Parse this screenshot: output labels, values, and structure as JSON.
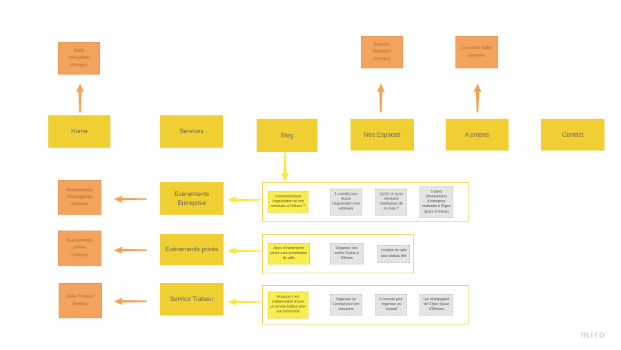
{
  "board": {
    "watermark": "miro"
  },
  "colors": {
    "orange_sticky": "#F3A35C",
    "yellow_shape": "#F0CF33",
    "card_yellow": "#F9EE4F",
    "card_gray": "#E4E4E4",
    "group_border": "#F2CF4E",
    "arrow_orange": "#F2A051",
    "arrow_yellow": "#F6E83C"
  },
  "nav": {
    "items": [
      {
        "label": "Home"
      },
      {
        "label": "Services"
      },
      {
        "label": "Blog"
      },
      {
        "label": "Nos Espaces"
      },
      {
        "label": "A propos"
      },
      {
        "label": "Contact"
      }
    ]
  },
  "top_pages": [
    {
      "label": "Salle\nréception\nOrléans"
    },
    {
      "label": "Espace\nBanquet\nOrléans"
    },
    {
      "label": "Location Salle\nOrléans"
    }
  ],
  "side_pages": [
    {
      "label": "Évènements\nd'entreprise\nOrléans"
    },
    {
      "label": "Évènements\nprivés\nOrléans"
    },
    {
      "label": "Salle Traiteur\nOrléans"
    }
  ],
  "sections": [
    {
      "label": "Evènements Entreprise"
    },
    {
      "label": "Evènements privés"
    },
    {
      "label": "Service Traiteur"
    }
  ],
  "groups": [
    {
      "cards": [
        {
          "text": "Comment réussir l'organisation de son séminaire à Orléans ?"
        },
        {
          "text": "3 conseils pour réussir l'organisation d'un séminaire"
        },
        {
          "text": "Qu'est ce qu'un séminaire d'entreprise clé en main ?"
        },
        {
          "text": "5 types d'évènements d'entreprise réalisable à l'Open Space d'Orléans"
        }
      ]
    },
    {
      "cards": [
        {
          "text": "Idées d'évènements privés avec privatisation de salle"
        },
        {
          "text": "Organiser une soirée Casino à Orléans"
        },
        {
          "text": "Location de salle pour plateau télé"
        }
      ]
    },
    {
      "cards": [
        {
          "text": "Pourquoi il est indispensable d'avoir un service traiteur pour son évènement"
        },
        {
          "text": "Organiser un Cocktail pour son entreprise"
        },
        {
          "text": "5 conseils pour organiser un cocktail"
        },
        {
          "text": "Les champagnes de l'Open Space d'Orléans"
        }
      ]
    }
  ]
}
